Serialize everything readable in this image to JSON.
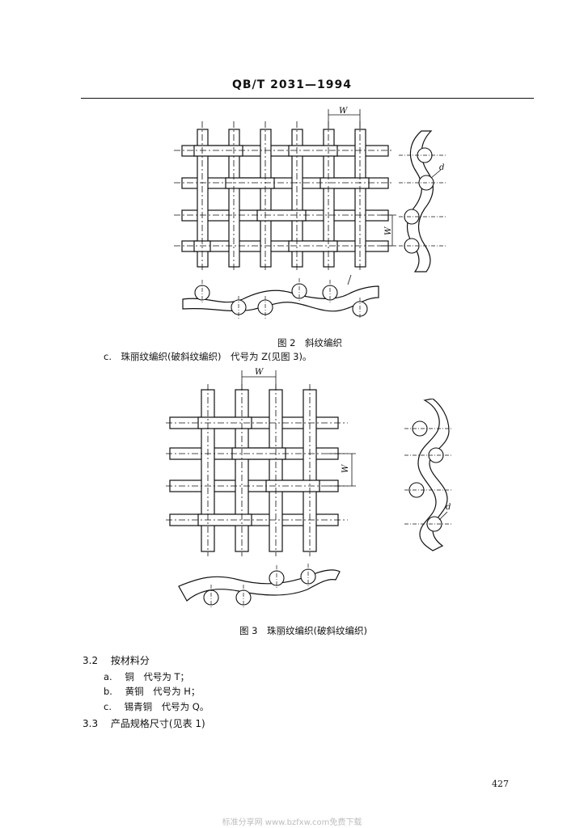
{
  "header": {
    "standard_no": "QB/T 2031—1994"
  },
  "figure2": {
    "caption": "图 2　斜纹编织",
    "w_label": "W",
    "d_label": "d"
  },
  "clause_c": {
    "text": "c.　珠丽纹编织(破斜纹编织)　代号为 Z(见图 3)。"
  },
  "figure3": {
    "caption": "图 3　珠丽纹编织(破斜纹编织)",
    "w_label": "W",
    "d_label": "d"
  },
  "section_3_2": {
    "number": "3.2",
    "title": "按材料分",
    "items": [
      {
        "marker": "a.",
        "text": "铜　代号为 T；"
      },
      {
        "marker": "b.",
        "text": "黄铜　代号为 H；"
      },
      {
        "marker": "c.",
        "text": "锡青铜　代号为 Q。"
      }
    ]
  },
  "section_3_3": {
    "number": "3.3",
    "title": "产品规格尺寸(见表 1)"
  },
  "page_number": "427",
  "footer_watermark": "标准分享网 www.bzfxw.com免费下载"
}
